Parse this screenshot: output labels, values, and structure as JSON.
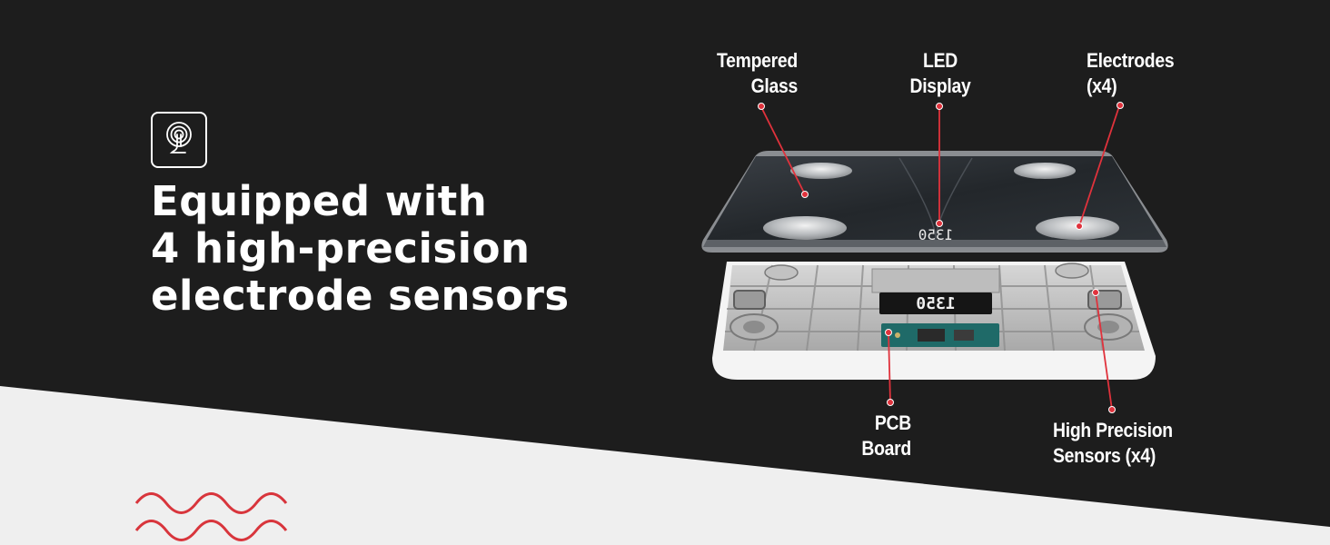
{
  "headline": {
    "line1": "Equipped with",
    "line2": "4 high-precision",
    "line3": "electrode sensors"
  },
  "callouts": {
    "tempered_glass": {
      "line1": "Tempered",
      "line2": "Glass"
    },
    "led_display": {
      "line1": "LED",
      "line2": "Display"
    },
    "electrodes": {
      "line1": "Electrodes",
      "line2": "(x4)"
    },
    "pcb_board": {
      "line1": "PCB",
      "line2": "Board"
    },
    "high_precision_sensors": {
      "line1": "High Precision",
      "line2": "Sensors (x4)"
    }
  },
  "scale_display": {
    "top_reading": "1350",
    "base_reading": "1350"
  },
  "icons": {
    "feature_icon": "touch-sensor-icon",
    "decoration": "wave-lines-icon"
  },
  "colors": {
    "background_dark": "#1d1d1d",
    "background_light": "#efefef",
    "accent_red": "#e0323c",
    "text_white": "#ffffff"
  }
}
